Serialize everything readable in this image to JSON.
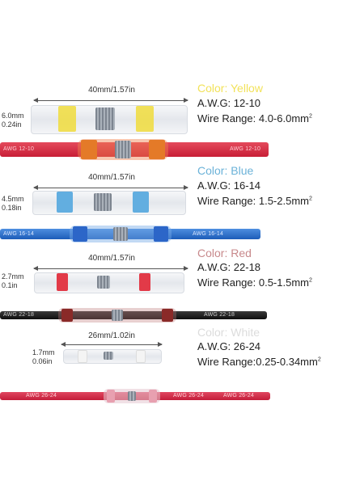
{
  "connectors": [
    {
      "length": "40mm/1.57in",
      "diameter_mm": "6.0mm",
      "diameter_in": "0.24in",
      "color_prefix": "Color:",
      "color_name": "Yellow",
      "color_hex": "#f2e25a",
      "awg": "A.W.G: 12-10",
      "wire_range": "Wire Range: 4.0-6.0mm",
      "sup": "2",
      "wire_tag_left": "AWG 12-10",
      "wire_tag_right": "AWG 12-10",
      "wire_color": "#d82840"
    },
    {
      "length": "40mm/1.57in",
      "diameter_mm": "4.5mm",
      "diameter_in": "0.18in",
      "color_prefix": "Color:",
      "color_name": "Blue",
      "color_hex": "#6bb2d8",
      "awg": "A.W.G: 16-14",
      "wire_range": "Wire Range: 1.5-2.5mm",
      "sup": "2",
      "wire_tag_left": "AWG 16-14",
      "wire_tag_right": "AWG 16-14",
      "wire_color": "#2670c8"
    },
    {
      "length": "40mm/1.57in",
      "diameter_mm": "2.7mm",
      "diameter_in": "0.1in",
      "color_prefix": "Color:",
      "color_name": "Red",
      "color_hex": "#c8898c",
      "awg": "A.W.G: 22-18",
      "wire_range": "Wire Range: 0.5-1.5mm",
      "sup": "2",
      "wire_tag_left": "AWG 22-18",
      "wire_tag_right": "AWG 22-18",
      "wire_color": "#1c1c1c"
    },
    {
      "length": "26mm/1.02in",
      "diameter_mm": "1.7mm",
      "diameter_in": "0.06in",
      "color_prefix": "Color:",
      "color_name": "White",
      "color_hex": "#dcdcdc",
      "awg": "A.W.G: 26-24",
      "wire_range": "Wire Range:0.25-0.34mm",
      "sup": "2",
      "wire_tag_left": "AWG 26-24",
      "wire_tag_center": "AWG 26-24",
      "wire_tag_right": "AWG 26-24",
      "wire_color": "#d82840"
    }
  ]
}
